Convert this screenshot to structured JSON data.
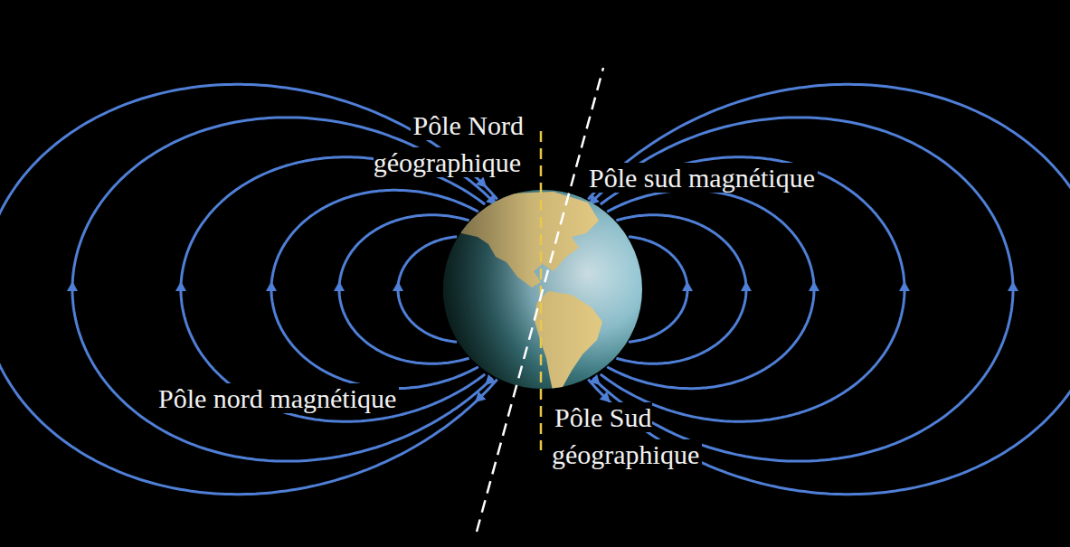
{
  "diagram": {
    "labels": [
      "Pôle Nord géographique",
      "Pôle sud magnétique",
      "Pôle nord magnétique",
      "Pôle Sud géographique"
    ]
  }
}
